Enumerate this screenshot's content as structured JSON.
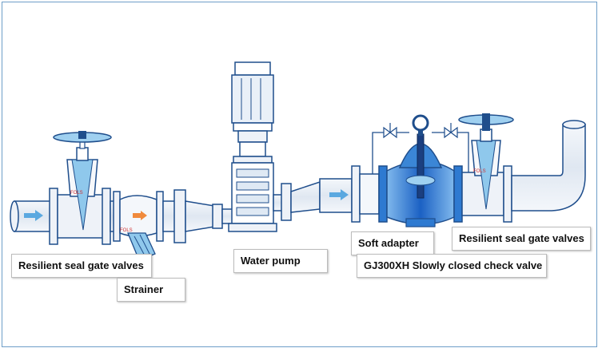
{
  "labels": {
    "gate_valve_left": "Resilient seal gate valves",
    "strainer": "Strainer",
    "water_pump": "Water pump",
    "soft_adapter": "Soft adapter",
    "gate_valve_right": "Resilient seal gate valves",
    "check_valve": "GJ300XH Slowly closed check valve"
  },
  "valve_marks": {
    "left_valve": "FOLS",
    "strainer_body": "FOLS",
    "right_valve": "FOLS"
  },
  "colors": {
    "pipe_outline": "#1f4e8c",
    "pipe_fill": "#e8eef6",
    "valve_fill": "#8fc8ec",
    "flow_arrow": "#5aa8e0",
    "check_valve_body": "#2e7ad1"
  },
  "icons": [
    "flow-arrow-icon",
    "needle-valve-icon",
    "lifting-eye-icon",
    "handwheel-icon"
  ]
}
